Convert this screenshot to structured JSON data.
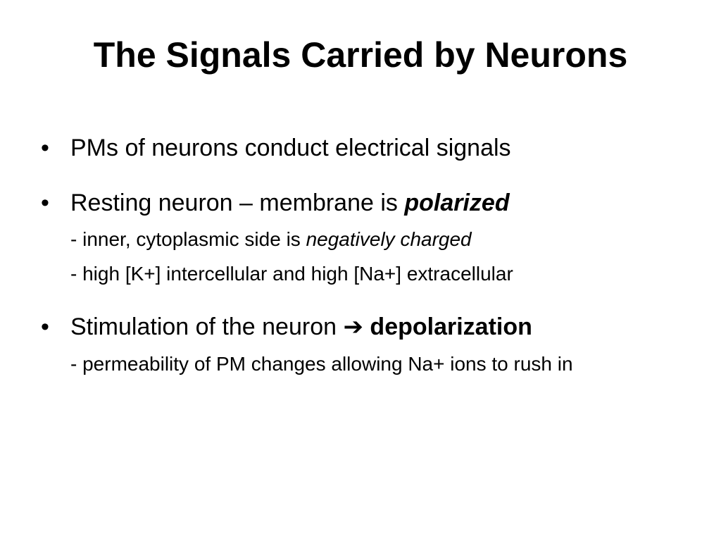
{
  "slide": {
    "title": "The Signals Carried by Neurons",
    "bullet_symbol": "•",
    "bullets": [
      {
        "text": "PMs of neurons conduct electrical signals"
      },
      {
        "text": "Resting neuron – membrane is ",
        "emphasis": "polarized",
        "subpoints": [
          {
            "text": "- inner, cytoplasmic side is ",
            "emphasis": "negatively charged"
          },
          {
            "text": "- high [K+] intercellular and high [Na+] extracellular"
          }
        ]
      },
      {
        "text": "Stimulation of the neuron ",
        "arrow": "➔",
        "emphasis": "depolarization",
        "subpoints": [
          {
            "text": "- permeability of PM changes allowing Na+ ions to rush in"
          }
        ]
      }
    ]
  }
}
